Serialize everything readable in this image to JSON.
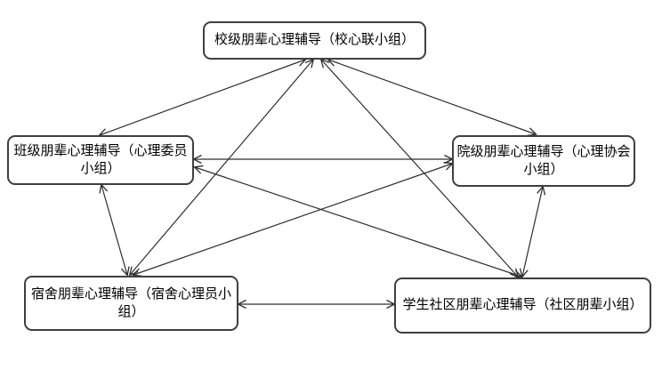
{
  "diagram": {
    "type": "network",
    "description_lang": "zh-CN",
    "nodes": [
      {
        "id": "school",
        "label": "校级朋辈心理辅导（校心联小组）"
      },
      {
        "id": "class",
        "label": "班级朋辈心理辅导（心理委员小组）"
      },
      {
        "id": "college",
        "label": "院级朋辈心理辅导（心理协会小组）"
      },
      {
        "id": "dorm",
        "label": "宿舍朋辈心理辅导（宿舍心理员小组）"
      },
      {
        "id": "community",
        "label": "学生社区朋辈心理辅导（社区朋辈小组）"
      }
    ],
    "edges": [
      {
        "from": "school",
        "to": "class",
        "bidirectional": true
      },
      {
        "from": "school",
        "to": "college",
        "bidirectional": true
      },
      {
        "from": "school",
        "to": "dorm",
        "bidirectional": true
      },
      {
        "from": "school",
        "to": "community",
        "bidirectional": true
      },
      {
        "from": "class",
        "to": "college",
        "bidirectional": true
      },
      {
        "from": "class",
        "to": "dorm",
        "bidirectional": true
      },
      {
        "from": "class",
        "to": "community",
        "bidirectional": true
      },
      {
        "from": "college",
        "to": "dorm",
        "bidirectional": true
      },
      {
        "from": "college",
        "to": "community",
        "bidirectional": true
      },
      {
        "from": "dorm",
        "to": "community",
        "bidirectional": true
      }
    ],
    "colors": {
      "background": "#ffffff",
      "box_fill": "#ffffff",
      "box_border": "#3f3f3f",
      "line": "#2e2e2e",
      "text": "#000000"
    }
  }
}
